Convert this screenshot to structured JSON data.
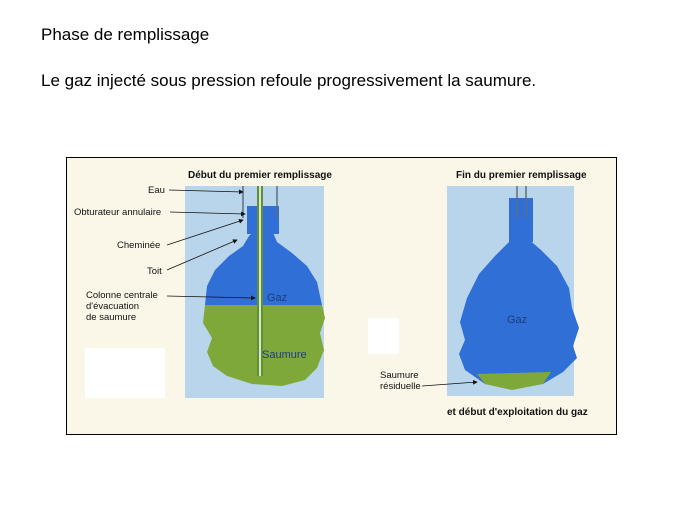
{
  "slide": {
    "title": "Phase de remplissage",
    "text": "Le gaz injecté sous pression refoule progressivement la saumure."
  },
  "figure": {
    "left_panel": {
      "header": "Début du premier remplissage",
      "labels": {
        "eau": "Eau",
        "obturateur": "Obturateur annulaire",
        "cheminee": "Cheminée",
        "toit": "Toit",
        "colonne_1": "Colonne centrale",
        "colonne_2": "d'évacuation",
        "colonne_3": "de saumure"
      },
      "gaz": "Gaz",
      "saumure": "Saumure"
    },
    "right_panel": {
      "header": "Fin du premier remplissage",
      "gaz": "Gaz",
      "saumure_residuelle_1": "Saumure",
      "saumure_residuelle_2": "résiduelle",
      "footer": "et début d'exploitation du gaz"
    },
    "colors": {
      "background": "#fbf7e8",
      "water_panel": "#b9d5ec",
      "gas": "#2f6fd6",
      "brine": "#7fa83a"
    }
  }
}
